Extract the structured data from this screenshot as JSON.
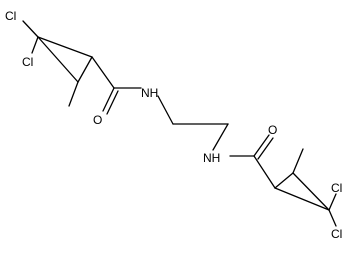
{
  "molecule": {
    "atoms": {
      "cl_top_1": "Cl",
      "cl_top_2": "Cl",
      "o_top": "O",
      "nh_top": "NH",
      "nh_bottom": "NH",
      "o_bottom": "O",
      "cl_bottom_1": "Cl",
      "cl_bottom_2": "Cl"
    },
    "colors": {
      "bond": "#000000",
      "label": "#000000",
      "background": "#ffffff"
    }
  }
}
